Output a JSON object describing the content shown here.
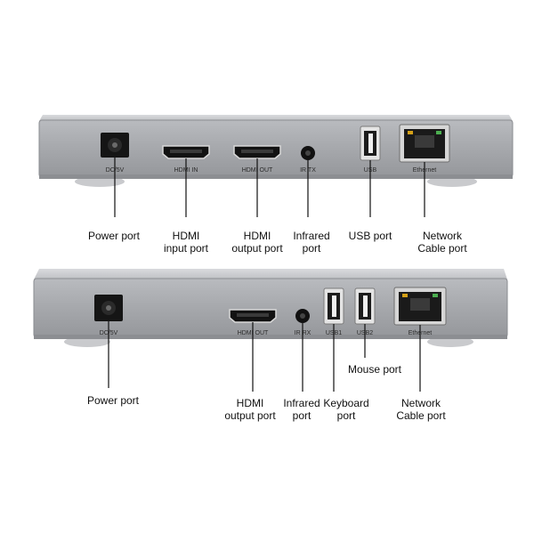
{
  "colors": {
    "chassis": "#a4a6aa",
    "chassis_light": "#cfd0d3",
    "chassis_dark": "#6e7075",
    "leader": "#111111",
    "port_black": "#1a1a1a"
  },
  "transmitter": {
    "port_labels": {
      "dc": "DC/5V",
      "hdmi_in": "HDMI IN",
      "hdmi_out": "HDMI OUT",
      "ir": "IR TX",
      "usb": "USB",
      "ethernet": "Ethernet"
    },
    "callouts": {
      "power": "Power port",
      "hdmi_in": "HDMI\ninput port",
      "hdmi_out": "HDMI\noutput port",
      "infrared": "Infrared\nport",
      "usb": "USB port",
      "network": "Network\nCable port"
    }
  },
  "receiver": {
    "port_labels": {
      "dc": "DC/5V",
      "hdmi_out": "HDMI OUT",
      "ir": "IR RX",
      "usb1": "USB1",
      "usb2": "USB2",
      "ethernet": "Ethernet"
    },
    "callouts": {
      "power": "Power port",
      "hdmi_out": "HDMI\noutput port",
      "infrared": "Infrared\nport",
      "keyboard": "Keyboard\nport",
      "mouse": "Mouse port",
      "network": "Network\nCable port"
    }
  }
}
